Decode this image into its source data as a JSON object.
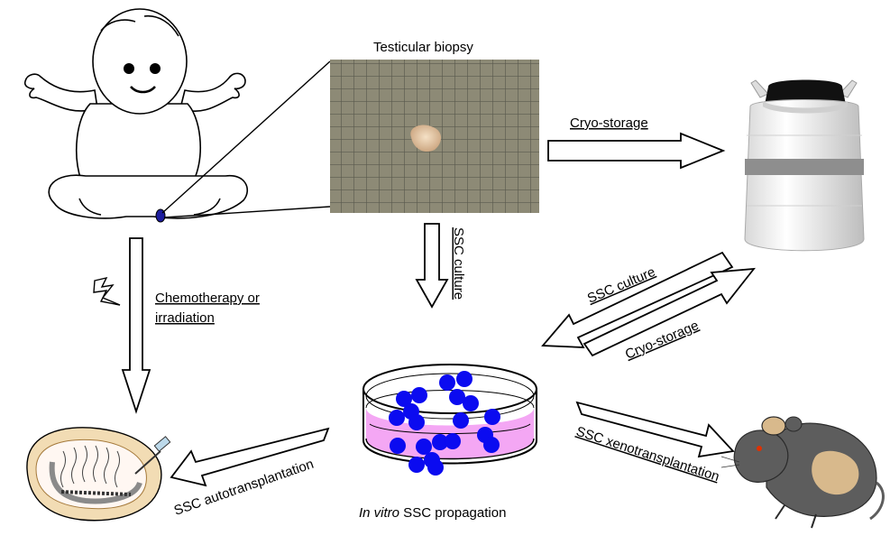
{
  "labels": {
    "biopsy": "Testicular biopsy",
    "cryo_top": "Cryo-storage",
    "ssc_culture_vertical": "SSC culture",
    "chemo_line1": "Chemotherapy or",
    "chemo_line2": "irradiation",
    "ssc_culture_diag": "SSC culture",
    "cryo_diag": "Cryo-storage",
    "autotransplantation": "SSC autotransplantation",
    "xenotransplantation": "SSC xenotransplantation",
    "propagation_italic": "In vitro",
    "propagation_rest": " SSC propagation"
  },
  "icons": {
    "baby": "baby-icon",
    "biopsy_photo": "tissue-on-grid-icon",
    "tank": "cryo-tank-icon",
    "dish": "petri-dish-icon",
    "testis": "testis-cross-section-icon",
    "mouse": "mouse-icon",
    "lightning": "lightning-icon"
  },
  "colors": {
    "cells": "#0b0bf0",
    "medium": "#f3a6f3",
    "grid_bg": "#8c8b78",
    "mouse_body": "#5d5d5d",
    "tissue_patch": "#d8b98c"
  }
}
